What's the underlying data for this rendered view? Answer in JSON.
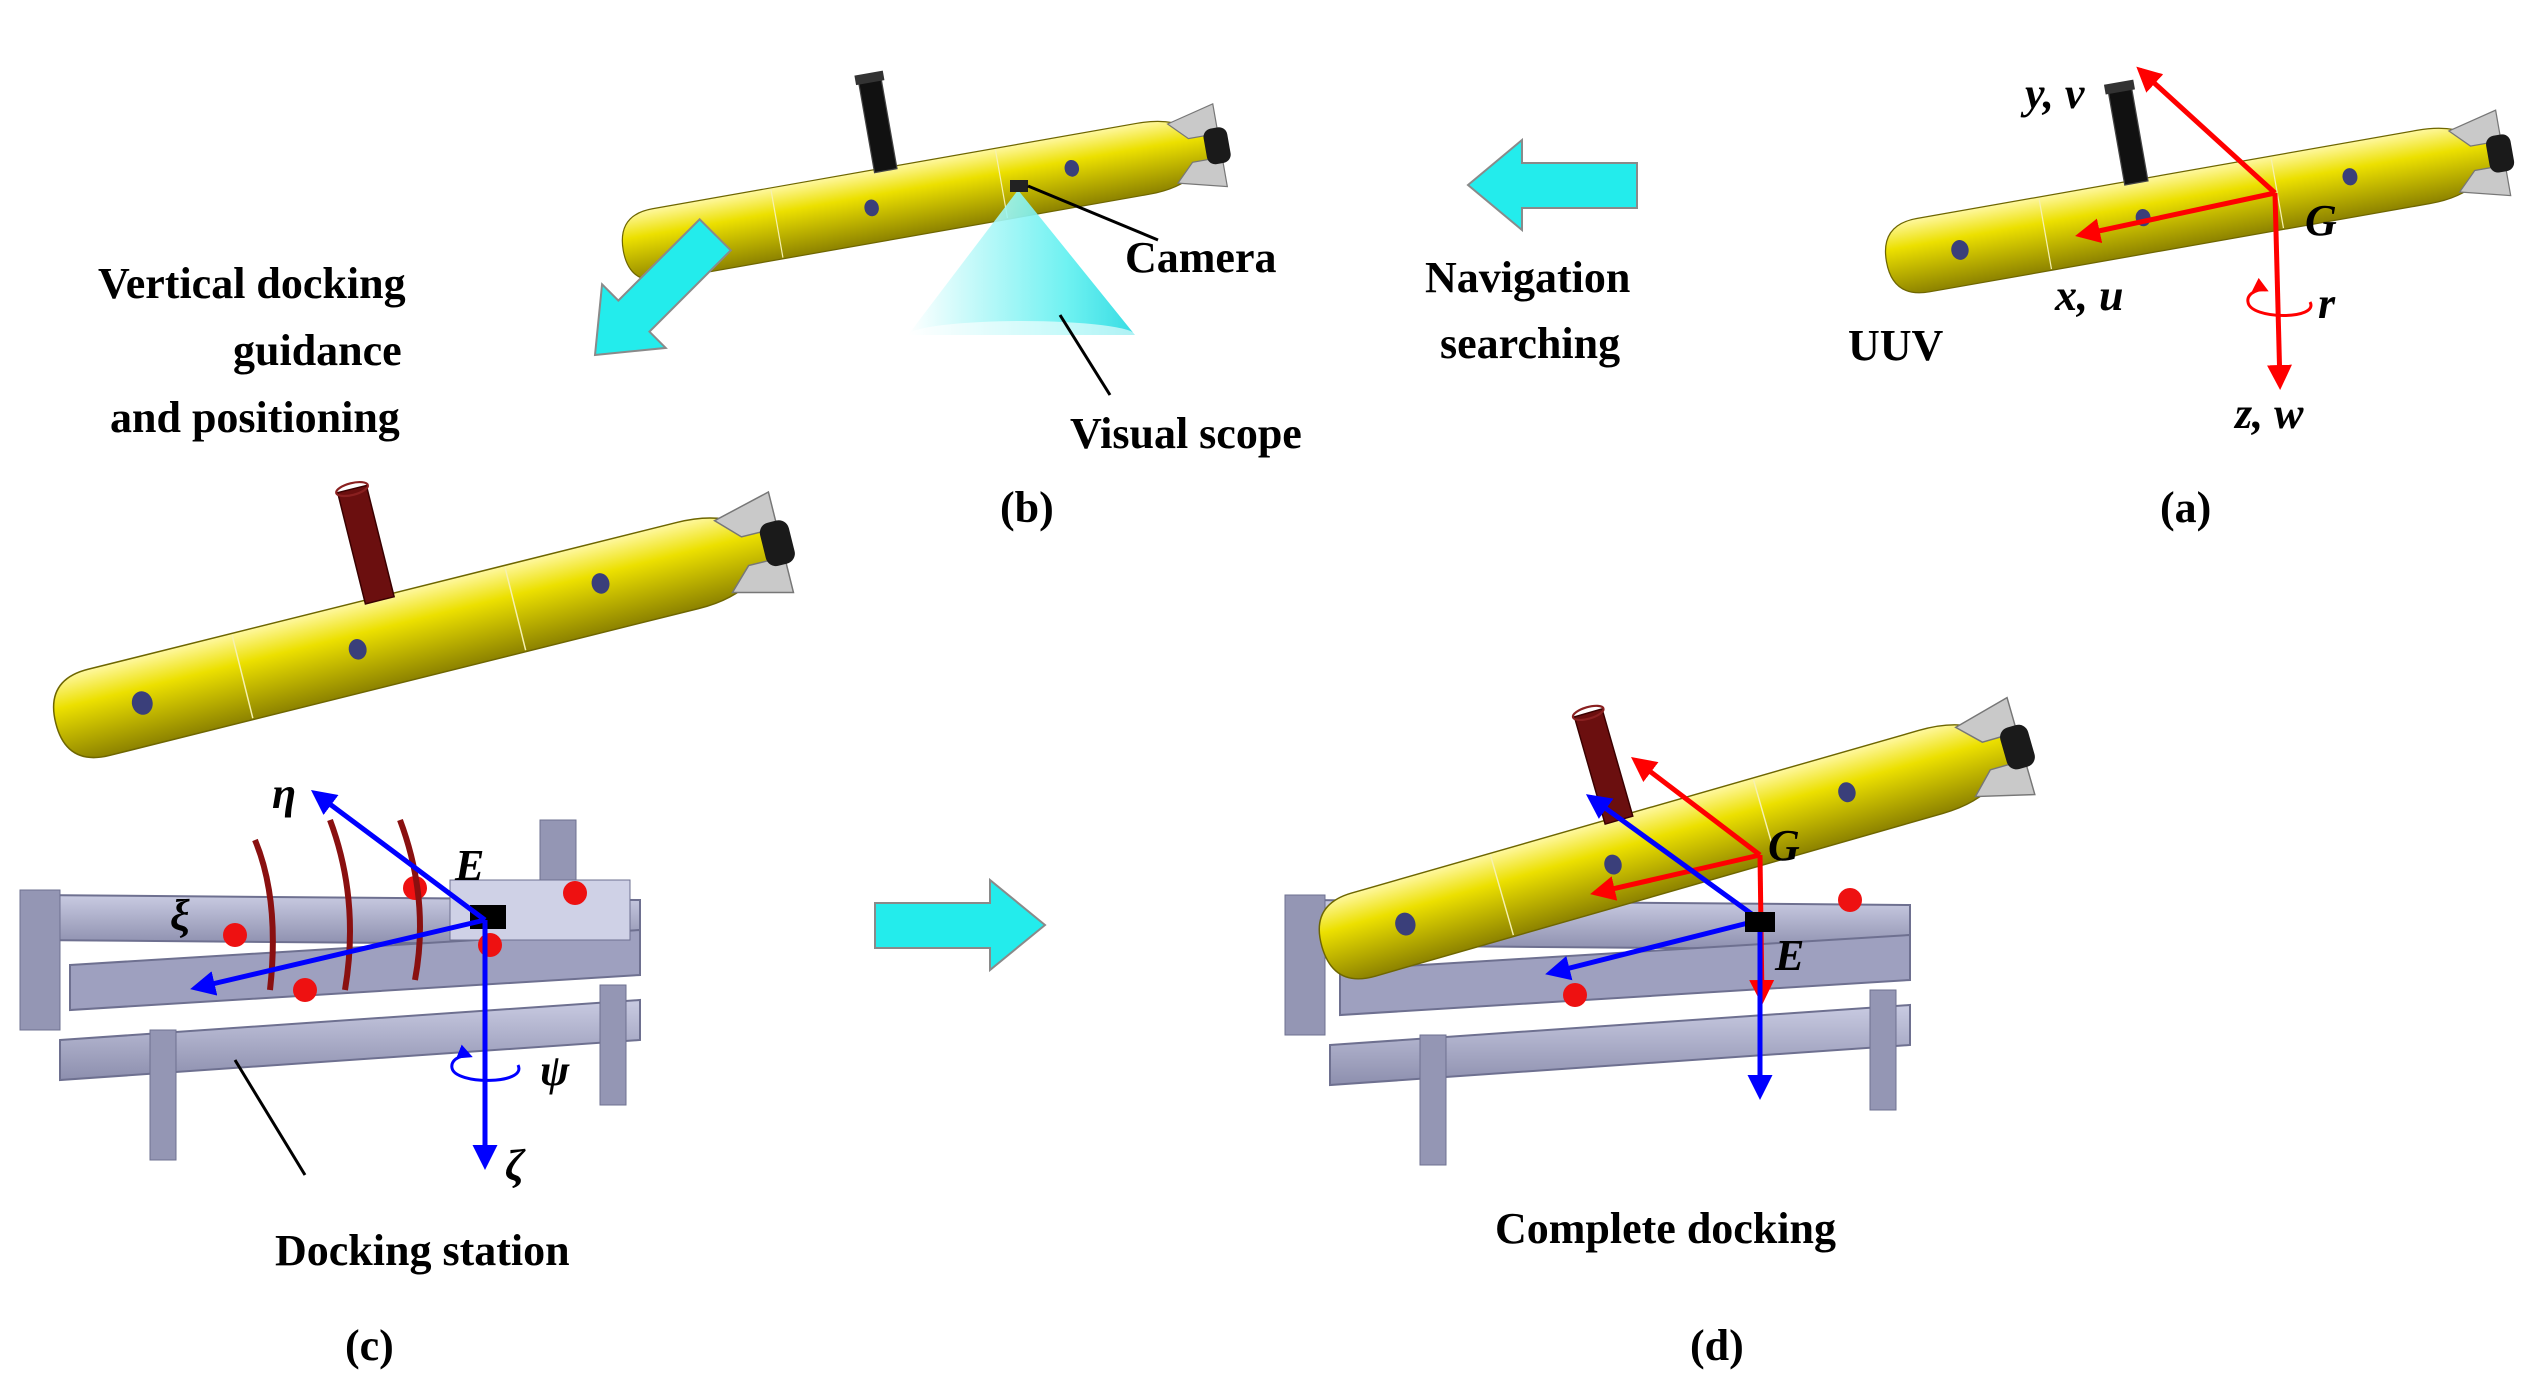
{
  "panels": {
    "a": {
      "caption": "(a)",
      "vehicle_label": "UUV",
      "origin_label": "G",
      "axis_x_label": "x, u",
      "axis_y_label": "y, v",
      "axis_z_label": "z, w",
      "yaw_label": "r"
    },
    "b": {
      "caption": "(b)",
      "camera_label": "Camera",
      "scope_label": "Visual scope"
    },
    "c": {
      "caption": "(c)",
      "station_label": "Docking station",
      "origin_label": "E",
      "axis_xi_label": "ξ",
      "axis_eta_label": "η",
      "axis_zeta_label": "ζ",
      "yaw_label": "ψ"
    },
    "d": {
      "caption": "(d)",
      "complete_label": "Complete docking",
      "origin_g_label": "G",
      "origin_e_label": "E"
    }
  },
  "transitions": {
    "navigation": [
      "Navigation",
      "searching"
    ],
    "vertical": [
      "Vertical docking",
      "guidance",
      "and positioning"
    ]
  },
  "colors": {
    "hull": "#e3d500",
    "hull_dark": "#8f8700",
    "frame": "#a9abc8",
    "frame_dark": "#6e7090",
    "uuv_axes": "#ff0000",
    "station_axes": "#0000ff",
    "arrow": "#23ecec",
    "mast": "#111111",
    "mast_docking": "#6b0f0f"
  }
}
